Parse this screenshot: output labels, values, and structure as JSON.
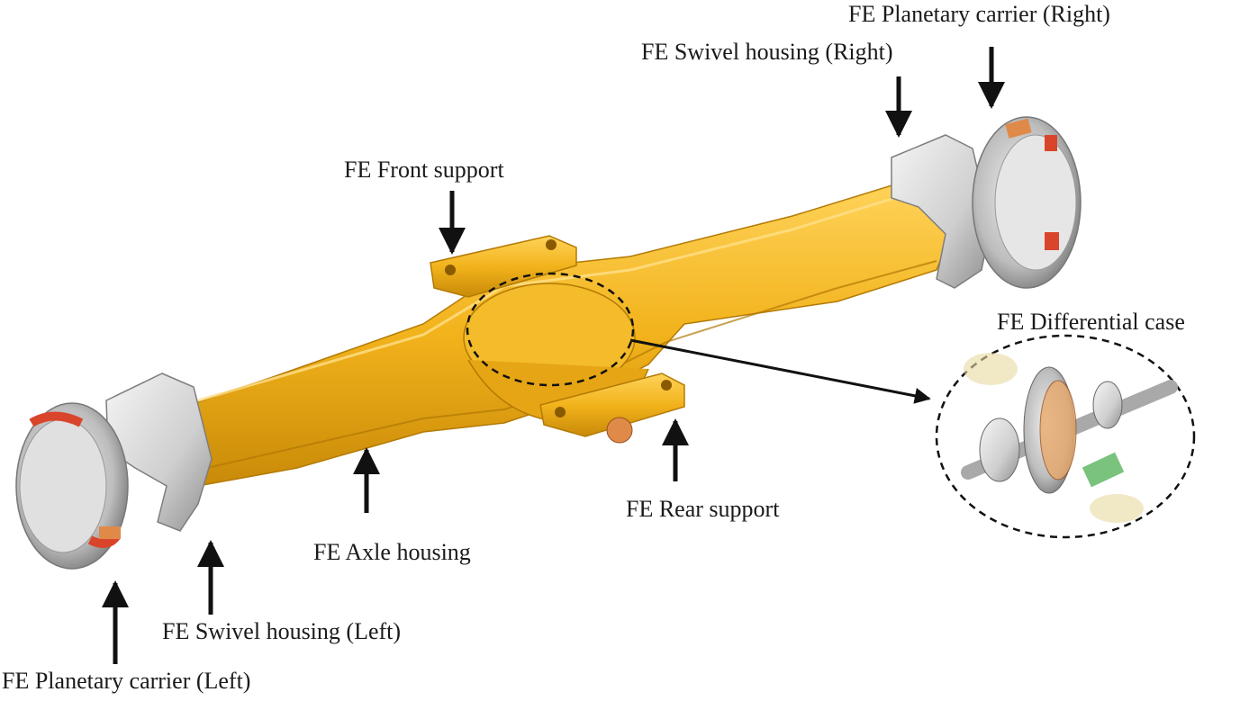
{
  "labels": {
    "planetary_right": "FE Planetary carrier (Right)",
    "swivel_right": "FE Swivel housing (Right)",
    "front_support": "FE Front support",
    "differential_case": "FE Differential case",
    "rear_support": "FE Rear support",
    "axle_housing": "FE Axle housing",
    "swivel_left": "FE Swivel housing (Left)",
    "planetary_left": "FE Planetary carrier (Left)"
  },
  "colors": {
    "housing": "#f2b31c",
    "housing_shadow": "#c98a08",
    "metal": "#d9d9d9",
    "metal_dark": "#9c9c9c",
    "accent_red": "#d9452b",
    "accent_copper": "#e08a4a",
    "arrow": "#111111"
  }
}
